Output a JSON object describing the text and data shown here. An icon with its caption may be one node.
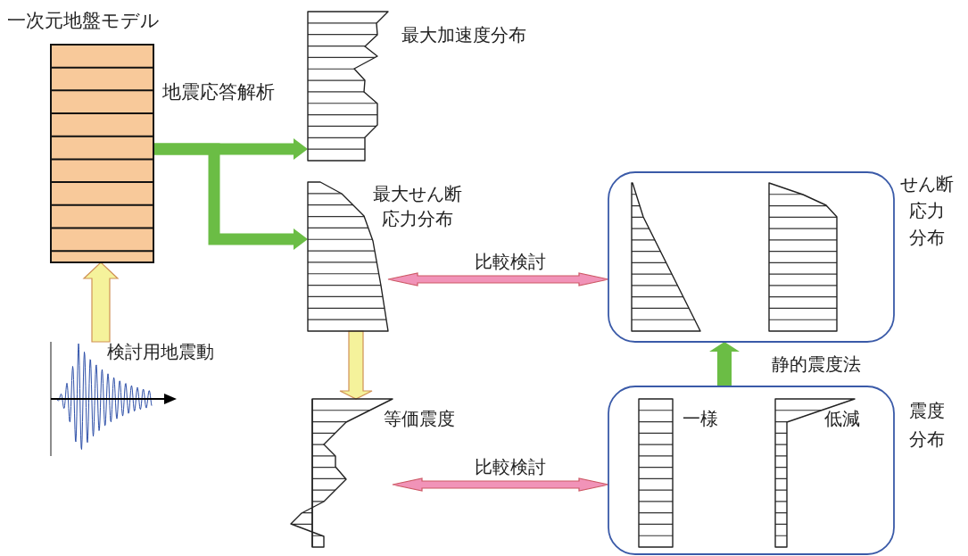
{
  "diagram": {
    "nodes": [
      {
        "text": [],
        "shape": "box",
        "beside": [
          "一次元地盤モデル"
        ]
      },
      {
        "text": [],
        "shape": "bar",
        "beside": [
          "最大加速度分布"
        ]
      },
      {
        "text": [],
        "shape": "bar",
        "beside": [
          "最大せん断応力分布"
        ]
      },
      {
        "text": [],
        "shape": "bar",
        "beside": [
          "等価震度"
        ]
      },
      {
        "text": [],
        "shape": "box",
        "beside": [
          "せん断応力分布"
        ]
      },
      {
        "text": [
          "一様",
          "低減"
        ],
        "beside": [
          "震度分布"
        ]
      },
      {
        "text": [
          "検討用地震動"
        ]
      }
    ],
    "edges": [
      {
        "from": 0,
        "to": 1,
        "arrow": "to",
        "label": "地震応答解析",
        "style": "thick",
        "color": "#6bbd45"
      },
      {
        "from": 0,
        "to": 2,
        "arrow": "to",
        "style": "thick",
        "color": "#6bbd45"
      },
      {
        "from": 6,
        "to": 0,
        "arrow": "to",
        "style": "thick",
        "color": "#f5f29b"
      },
      {
        "from": 2,
        "to": 3,
        "arrow": "to",
        "style": "thick",
        "color": "#f5f29b"
      },
      {
        "from": 2,
        "to": 4,
        "arrow": "both",
        "label": "比較検討",
        "style": "thick",
        "color": "#f193b8"
      },
      {
        "from": 3,
        "to": 5,
        "arrow": "both",
        "label": "比較検討",
        "style": "thick",
        "color": "#f193b8"
      },
      {
        "from": 5,
        "to": 4,
        "arrow": "to",
        "label": "静的震度法",
        "style": "thick",
        "color": "#6bbd45"
      }
    ]
  }
}
